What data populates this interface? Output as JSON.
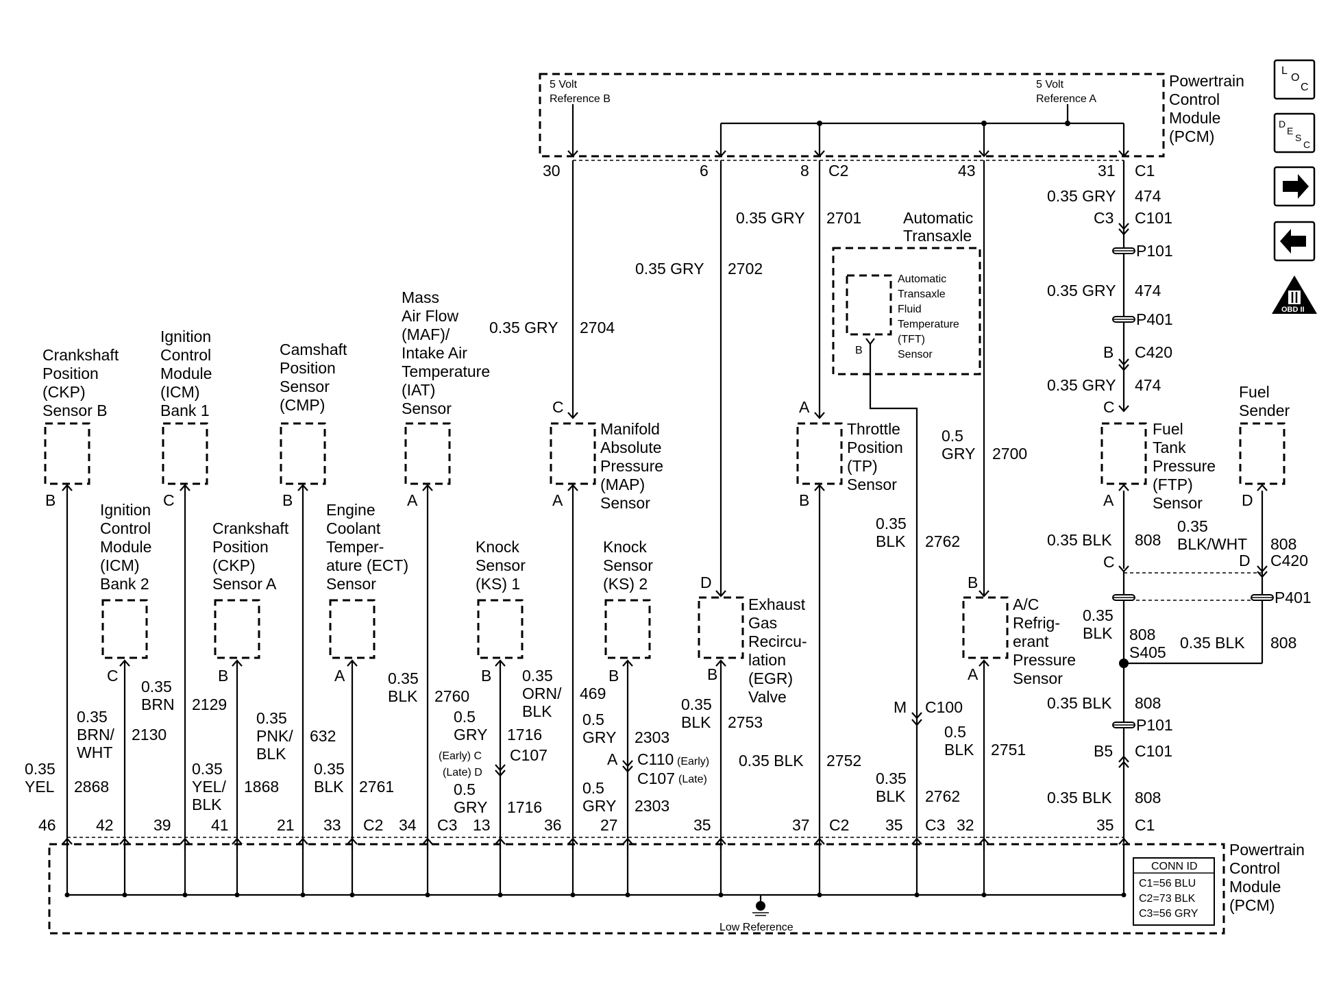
{
  "pcm_top": {
    "title": [
      "Powertrain",
      "Control",
      "Module",
      "(PCM)"
    ],
    "ref_b": [
      "5 Volt",
      "Reference B"
    ],
    "ref_a": [
      "5 Volt",
      "Reference A"
    ],
    "pins": [
      {
        "pin": "30",
        "conn": ""
      },
      {
        "pin": "6",
        "conn": ""
      },
      {
        "pin": "8",
        "conn": "C2"
      },
      {
        "pin": "43",
        "conn": ""
      },
      {
        "pin": "31",
        "conn": "C1"
      }
    ]
  },
  "pcm_bottom": {
    "title": [
      "Powertrain",
      "Control",
      "Module",
      "(PCM)"
    ],
    "ground_label": "Low Reference",
    "conn_id": {
      "title": "CONN ID",
      "lines": [
        "C1=56 BLU",
        "C2=73 BLK",
        "C3=56 GRY"
      ]
    },
    "pins": [
      "46",
      "42",
      "39",
      "41",
      "21",
      "33",
      "C2",
      "34",
      "C3",
      "13",
      "36",
      "27",
      "35",
      "37",
      "C2",
      "35",
      "C3",
      "32",
      "35",
      "C1"
    ]
  },
  "components": [
    {
      "id": "ckp-b",
      "name": [
        "Crankshaft",
        "Position",
        "(CKP)",
        "Sensor B"
      ],
      "pin": "B"
    },
    {
      "id": "icm-1",
      "name": [
        "Ignition",
        "Control",
        "Module",
        "(ICM)",
        "Bank 1"
      ],
      "pin": "C"
    },
    {
      "id": "cmp",
      "name": [
        "Camshaft",
        "Position",
        "Sensor",
        "(CMP)"
      ],
      "pin": "B"
    },
    {
      "id": "maf-iat",
      "name": [
        "Mass",
        "Air Flow",
        "(MAF)/",
        "Intake Air",
        "Temperature",
        "(IAT)",
        "Sensor"
      ],
      "pin": "A"
    },
    {
      "id": "icm-2",
      "name": [
        "Ignition",
        "Control",
        "Module",
        "(ICM)",
        "Bank 2"
      ],
      "pin": "C"
    },
    {
      "id": "ckp-a",
      "name": [
        "Crankshaft",
        "Position",
        "(CKP)",
        "Sensor A"
      ],
      "pin": "B"
    },
    {
      "id": "ect",
      "name": [
        "Engine",
        "Coolant",
        "Temper-",
        "ature (ECT)",
        "Sensor"
      ],
      "pin": "A"
    },
    {
      "id": "ks1",
      "name": [
        "Knock",
        "Sensor",
        "(KS) 1"
      ],
      "pin": "B"
    },
    {
      "id": "ks2",
      "name": [
        "Knock",
        "Sensor",
        "(KS) 2"
      ],
      "pin": "B"
    },
    {
      "id": "map",
      "name": [
        "Manifold",
        "Absolute",
        "Pressure",
        "(MAP)",
        "Sensor"
      ],
      "pin_top": "C",
      "pin_bottom": "A"
    },
    {
      "id": "egr",
      "name": [
        "Exhaust",
        "Gas",
        "Recircu-",
        "lation",
        "(EGR)",
        "Valve"
      ],
      "pin_top": "D",
      "pin_bottom": "B"
    },
    {
      "id": "tp",
      "name": [
        "Throttle",
        "Position",
        "(TP)",
        "Sensor"
      ],
      "pin_top": "A",
      "pin_bottom": "B"
    },
    {
      "id": "ac",
      "name": [
        "A/C",
        "Refrig-",
        "erant",
        "Pressure",
        "Sensor"
      ],
      "pin_top": "B",
      "pin_bottom": "A"
    },
    {
      "id": "ftp",
      "name": [
        "Fuel",
        "Tank",
        "Pressure",
        "(FTP)",
        "Sensor"
      ],
      "pin_top": "C",
      "pin_bottom": "A"
    },
    {
      "id": "fuel-sender",
      "name": [
        "Fuel",
        "Sender"
      ],
      "pin": "D"
    },
    {
      "id": "trans",
      "name": [
        "Automatic",
        "Transaxle"
      ],
      "sub": [
        "Automatic",
        "Transaxle",
        "Fluid",
        "Temperature",
        "(TFT)",
        "Sensor"
      ],
      "pin": "B"
    }
  ],
  "wires": {
    "yel": {
      "lines": [
        "0.35",
        "YEL"
      ],
      "circuit": "2868"
    },
    "brn_wht": {
      "lines": [
        "0.35",
        "BRN/",
        "WHT"
      ],
      "circuit": "2130"
    },
    "brn": {
      "lines": [
        "0.35",
        "BRN"
      ],
      "circuit": "2129"
    },
    "yel_blk": {
      "lines": [
        "0.35",
        "YEL/",
        "BLK"
      ],
      "circuit": "1868"
    },
    "pnk_blk": {
      "lines": [
        "0.35",
        "PNK/",
        "BLK"
      ],
      "circuit": "632"
    },
    "ect_blk": {
      "lines": [
        "0.35",
        "BLK"
      ],
      "circuit": "2761"
    },
    "maf_blk": {
      "lines": [
        "0.35",
        "BLK"
      ],
      "circuit": "2760"
    },
    "ks1_top": {
      "lines": [
        "0.5",
        "GRY"
      ],
      "circuit": "1716"
    },
    "ks1_bot": {
      "lines": [
        "0.5",
        "GRY"
      ],
      "circuit": "1716"
    },
    "ks1_c107": {
      "conn": "C107",
      "early": "(Early) C",
      "late": "(Late) D"
    },
    "map_orn": {
      "lines": [
        "0.35",
        "ORN/",
        "BLK"
      ],
      "circuit": "469"
    },
    "ks2_top": {
      "lines": [
        "0.5",
        "GRY"
      ],
      "circuit": "2303"
    },
    "ks2_bot": {
      "lines": [
        "0.5",
        "GRY"
      ],
      "circuit": "2303"
    },
    "ks2_conn": {
      "pin": "A",
      "c110": "C110",
      "c110_note": "(Early)",
      "c107": "C107",
      "c107_note": "(Late)"
    },
    "map_ref": {
      "label": "0.35 GRY",
      "circuit": "2704"
    },
    "egr_ref": {
      "label": "0.35 GRY",
      "circuit": "2702"
    },
    "tp_ref": {
      "label": "0.35 GRY",
      "circuit": "2701"
    },
    "ac_ref": {
      "lines": [
        "0.5",
        "GRY"
      ],
      "circuit": "2700"
    },
    "egr_blk": {
      "lines": [
        "0.35",
        "BLK"
      ],
      "circuit": "2753"
    },
    "tp_blk": {
      "label": "0.35 BLK",
      "circuit": "2752"
    },
    "tft_blk_top": {
      "lines": [
        "0.35",
        "BLK"
      ],
      "circuit": "2762"
    },
    "tft_blk_bot": {
      "lines": [
        "0.35",
        "BLK"
      ],
      "circuit": "2762"
    },
    "c100": {
      "pin": "M",
      "conn": "C100"
    },
    "ac_blk": {
      "lines": [
        "0.5",
        "BLK"
      ],
      "circuit": "2751"
    },
    "ftp_474_a": {
      "label": "0.35 GRY",
      "circuit": "474"
    },
    "c3_c101": {
      "pin": "C3",
      "conn": "C101"
    },
    "p101": "P101",
    "ftp_474_b": {
      "label": "0.35 GRY",
      "circuit": "474"
    },
    "p401": "P401",
    "c420_b": {
      "pin": "B",
      "conn": "C420"
    },
    "ftp_474_c": {
      "label": "0.35 GRY",
      "circuit": "474"
    },
    "ftp_808_a": {
      "label": "0.35 BLK",
      "circuit": "808"
    },
    "c420_c": "C",
    "sender_wire": {
      "lines": [
        "0.35",
        "BLK/WHT"
      ],
      "circuit": "808"
    },
    "c420_d": {
      "pin": "D",
      "conn": "C420"
    },
    "p401_b": "P401",
    "s405_left": {
      "lines": [
        "0.35",
        "BLK"
      ],
      "circuit": "808",
      "splice": "S405"
    },
    "s405_right": {
      "label": "0.35 BLK",
      "circuit": "808"
    },
    "ftp_808_b": {
      "label": "0.35 BLK",
      "circuit": "808"
    },
    "p101_b": "P101",
    "b5_c101": {
      "pin": "B5",
      "conn": "C101"
    },
    "ftp_808_c": {
      "label": "0.35 BLK",
      "circuit": "808"
    }
  },
  "side_icons": [
    {
      "name": "loc-icon",
      "label": "LOC"
    },
    {
      "name": "desc-icon",
      "label": "DESC"
    },
    {
      "name": "next-arrow-icon",
      "label": "→"
    },
    {
      "name": "prev-arrow-icon",
      "label": "←"
    },
    {
      "name": "obd-ii-icon",
      "label": "OBD II"
    }
  ]
}
